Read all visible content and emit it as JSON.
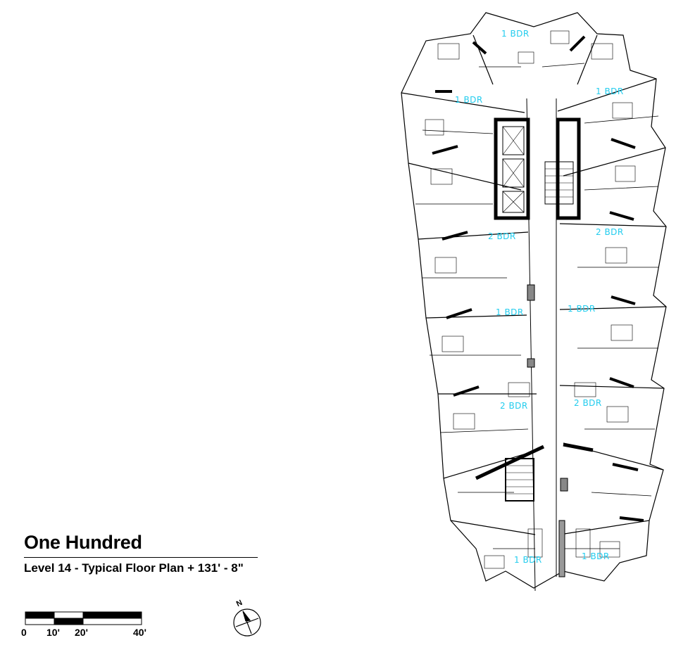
{
  "title": "One Hundred",
  "subtitle": "Level 14 - Typical Floor Plan  + 131' - 8\"",
  "scale_bar": {
    "labels": [
      "0",
      "10'",
      "20'",
      "40'"
    ]
  },
  "north_arrow": {
    "label": "N",
    "icon": "north-arrow-icon"
  },
  "units": [
    {
      "id": "u-top-left",
      "label": "1  BDR"
    },
    {
      "id": "u-top-mid",
      "label": "1 BDR"
    },
    {
      "id": "u-top-right",
      "label": "1  BDR"
    },
    {
      "id": "u-l2",
      "label": "2  BDR"
    },
    {
      "id": "u-r2",
      "label": "2  BDR"
    },
    {
      "id": "u-l3",
      "label": "1  BDR"
    },
    {
      "id": "u-r3",
      "label": "1  BDR"
    },
    {
      "id": "u-l4",
      "label": "2  BDR"
    },
    {
      "id": "u-r4",
      "label": "2  BDR"
    },
    {
      "id": "u-bot-left",
      "label": "1  BDR"
    },
    {
      "id": "u-bot-right",
      "label": "1  BDR"
    }
  ],
  "colors": {
    "unit_label": "#22ccee",
    "line": "#000000"
  }
}
